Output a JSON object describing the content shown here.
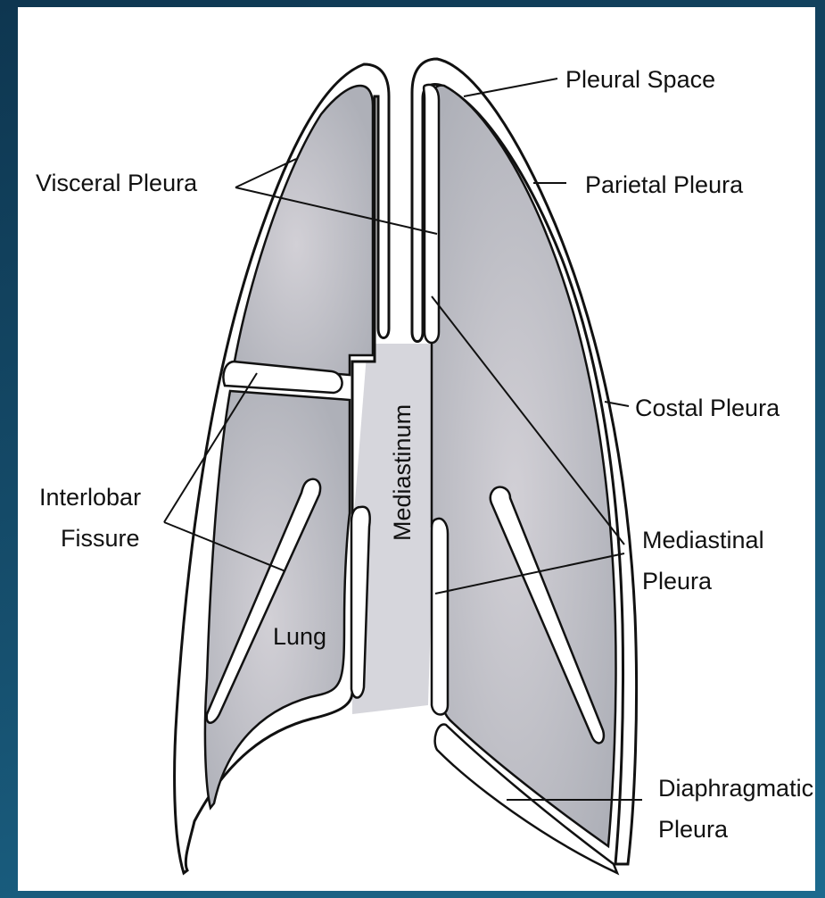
{
  "diagram": {
    "labels": {
      "pleural_space": "Pleural Space",
      "visceral_pleura": "Visceral Pleura",
      "parietal_pleura": "Parietal Pleura",
      "costal_pleura": "Costal Pleura",
      "interlobar_fissure_line1": "Interlobar",
      "interlobar_fissure_line2": "Fissure",
      "mediastinal_pleura_line1": "Mediastinal",
      "mediastinal_pleura_line2": "Pleura",
      "diaphragmatic_pleura_line1": "Diaphragmatic",
      "diaphragmatic_pleura_line2": "Pleura",
      "mediastinum": "Mediastinum",
      "lung": "Lung"
    },
    "colors": {
      "background_dark": "#0e3650",
      "background_light": "#1c6a8e",
      "lung_fill": "#bcbcc4",
      "line": "#111111"
    }
  }
}
